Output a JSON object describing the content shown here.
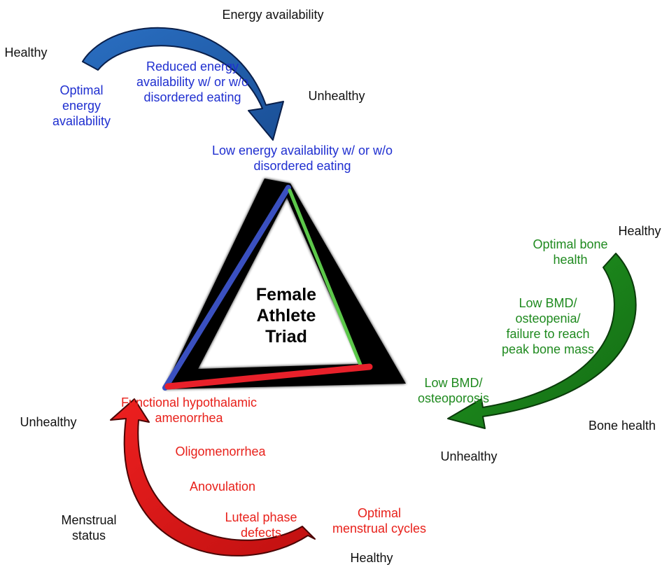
{
  "center": {
    "title": "Female\nAthlete\nTriad"
  },
  "energy": {
    "axis_label": "Energy availability",
    "healthy": "Healthy",
    "unhealthy": "Unhealthy",
    "optimal": "Optimal\nenergy\navailability",
    "reduced": "Reduced energy\navailability w/ or w/o\ndisordered eating",
    "low": "Low energy availability w/ or w/o\ndisordered eating"
  },
  "bone": {
    "axis_label": "Bone health",
    "healthy": "Healthy",
    "unhealthy": "Unhealthy",
    "optimal": "Optimal bone\nhealth",
    "low_bmd_osteopenia": "Low BMD/\nosteopenia/\nfailure to reach\npeak bone mass",
    "low_bmd_osteoporosis": "Low BMD/\nosteoporosis"
  },
  "menstrual": {
    "axis_label": "Menstrual\nstatus",
    "healthy": "Healthy",
    "unhealthy": "Unhealthy",
    "optimal": "Optimal\nmenstrual cycles",
    "luteal": "Luteal phase\ndefects",
    "anovulation": "Anovulation",
    "oligomenorrhea": "Oligomenorrhea",
    "fha": "Functional hypothalamic\namenorrhea"
  },
  "colors": {
    "energy": "#1e5fb0",
    "bone": "#1a7a1a",
    "menstrual": "#e11b1b",
    "triangle": "#000000"
  }
}
